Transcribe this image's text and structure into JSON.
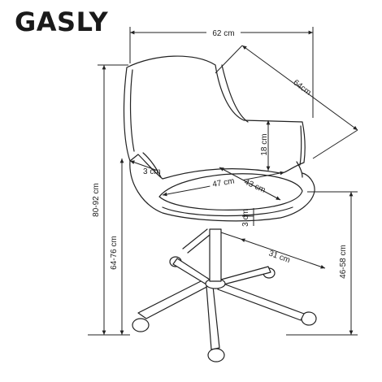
{
  "title": "GASLY",
  "dimensions": {
    "width": "62 cm",
    "depth": "64cm",
    "armrest_height": "18 cm",
    "frame_thickness": "3 cm",
    "seat_width": "47 cm",
    "seat_depth": "43 cm",
    "seat_thickness": "3 cm",
    "seat_radius": "31 cm",
    "total_height": "80-92 cm",
    "armrest_floor_height": "64-76 cm",
    "seat_height": "46-58 cm"
  }
}
